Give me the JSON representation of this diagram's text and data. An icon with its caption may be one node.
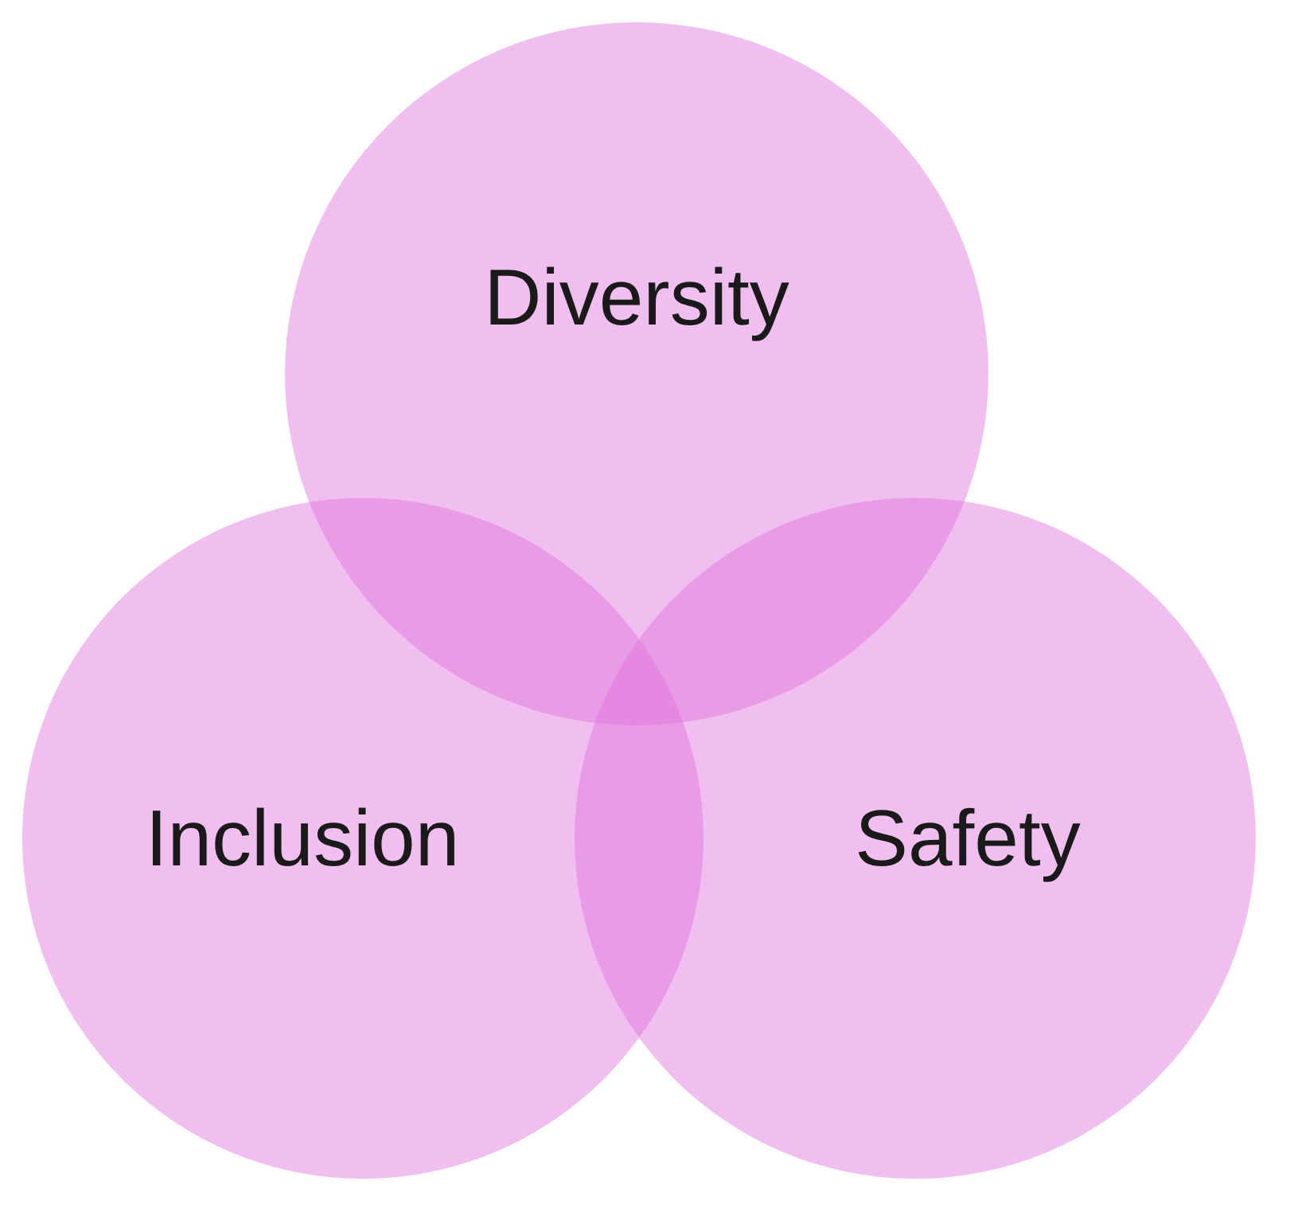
{
  "diagram": {
    "nodes": [
      {
        "text": [
          "Diversity"
        ]
      },
      {
        "text": [
          "Inclusion"
        ]
      },
      {
        "text": [
          "Safety"
        ]
      }
    ],
    "edges": []
  }
}
